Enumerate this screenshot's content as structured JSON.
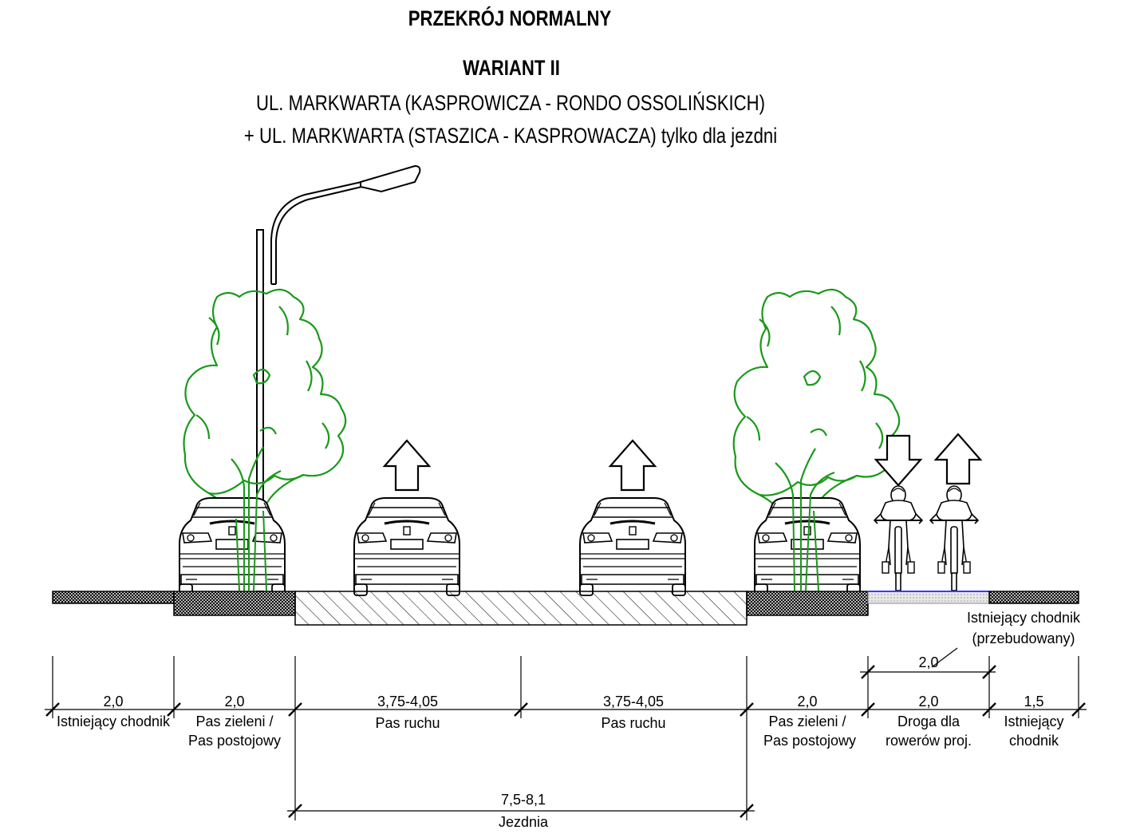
{
  "header": {
    "title": "PRZEKRÓJ NORMALNY",
    "variant": "WARIANT II",
    "line1": "UL. MARKWARTA (KASPROWICZA - RONDO OSSOLIŃSKICH)",
    "line2": "+ UL. MARKWARTA (STASZICA - KASPROWACZA) tylko dla jezdni"
  },
  "segments": [
    {
      "value": "2,0",
      "label1": "Istniejący chodnik",
      "label2": ""
    },
    {
      "value": "2,0",
      "label1": "Pas zieleni /",
      "label2": "Pas postojowy"
    },
    {
      "value": "3,75-4,05",
      "label1": "Pas ruchu",
      "label2": ""
    },
    {
      "value": "3,75-4,05",
      "label1": "Pas ruchu",
      "label2": ""
    },
    {
      "value": "2,0",
      "label1": "Pas zieleni /",
      "label2": "Pas postojowy"
    },
    {
      "value": "2,0",
      "label1": "Droga dla",
      "label2": "rowerów proj."
    },
    {
      "value": "1,5",
      "label1": "Istniejący",
      "label2": "chodnik"
    }
  ],
  "upper_dim": {
    "value": "2,0"
  },
  "note": {
    "line1": "Istniejący chodnik",
    "line2": "(przebudowany)"
  },
  "carriageway": {
    "value": "7,5-8,1",
    "label": "Jezdnia"
  },
  "colors": {
    "tree": "#1a9a1a",
    "bike_path": "#3b3bff",
    "line": "#000000"
  }
}
